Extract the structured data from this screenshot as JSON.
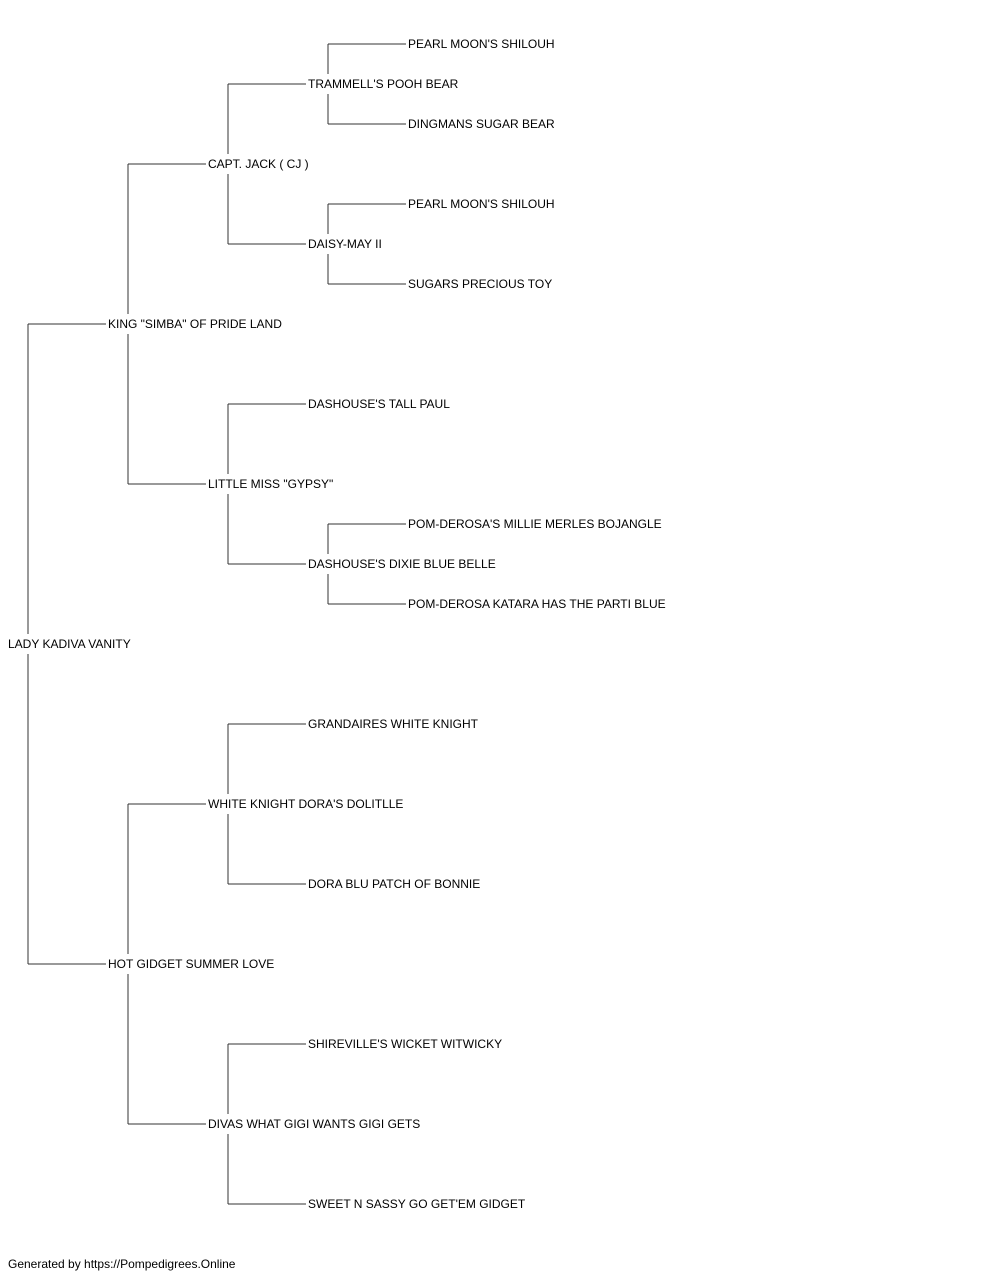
{
  "pedigree": {
    "name": "LADY KADIVA VANITY",
    "sire": {
      "name": "KING \"SIMBA\" OF PRIDE LAND",
      "sire": {
        "name": "CAPT. JACK ( CJ )",
        "sire": {
          "name": "TRAMMELL'S POOH BEAR",
          "sire": {
            "name": "PEARL MOON'S SHILOUH"
          },
          "dam": {
            "name": "DINGMANS SUGAR BEAR"
          }
        },
        "dam": {
          "name": "DAISY-MAY II",
          "sire": {
            "name": "PEARL MOON'S SHILOUH"
          },
          "dam": {
            "name": "SUGARS PRECIOUS TOY"
          }
        }
      },
      "dam": {
        "name": "LITTLE MISS \"GYPSY\"",
        "sire": {
          "name": "DASHOUSE'S TALL PAUL"
        },
        "dam": {
          "name": "DASHOUSE'S DIXIE BLUE BELLE",
          "sire": {
            "name": "POM-DEROSA'S MILLIE MERLES BOJANGLE"
          },
          "dam": {
            "name": "POM-DEROSA KATARA HAS THE PARTI BLUE"
          }
        }
      }
    },
    "dam": {
      "name": "HOT GIDGET SUMMER LOVE",
      "sire": {
        "name": "WHITE KNIGHT DORA'S DOLITLLE",
        "sire": {
          "name": "GRANDAIRES WHITE KNIGHT"
        },
        "dam": {
          "name": "DORA BLU PATCH OF BONNIE"
        }
      },
      "dam": {
        "name": "DIVAS WHAT GIGI WANTS GIGI GETS",
        "sire": {
          "name": "SHIREVILLE'S WICKET WITWICKY"
        },
        "dam": {
          "name": "SWEET N SASSY GO GET'EM GIDGET"
        }
      }
    }
  },
  "footer": {
    "credit": "Generated by https://Pompedigrees.Online"
  },
  "colors": {
    "line": "#333333",
    "text": "#000000",
    "background": "#ffffff"
  }
}
